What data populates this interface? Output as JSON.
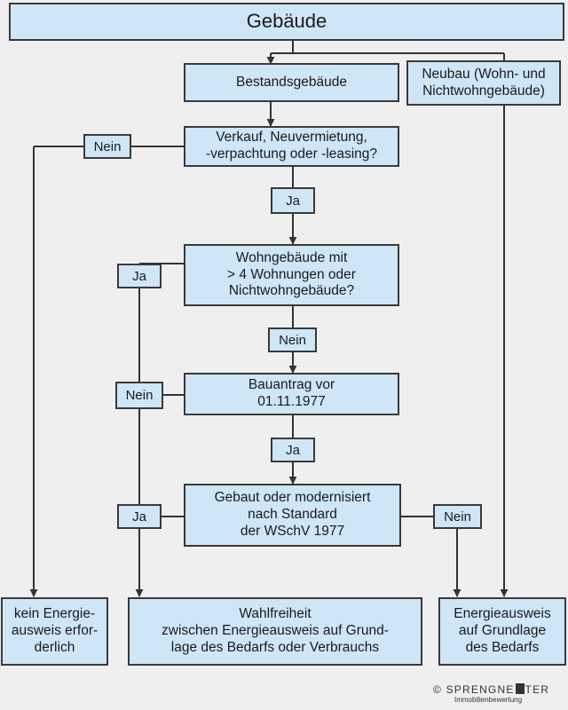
{
  "nodes": {
    "gebaeude": "Gebäude",
    "bestand": "Bestandsgebäude",
    "neubau": "Neubau (Wohn- und\nNichtwohngebäude)",
    "verkauf": "Verkauf, Neuvermietung,\n-verpachtung oder -leasing?",
    "wohngebaeude": "Wohngebäude mit\n> 4 Wohnungen oder\nNichtwohngebäude?",
    "bauantrag": "Bauantrag vor\n01.11.1977",
    "gebaut": "Gebaut oder modernisiert\nnach Standard\nder WSchV 1977",
    "kein_ausweis": "kein Energie-\nausweis erfor-\nderlich",
    "wahlfreiheit": "Wahlfreiheit\nzwischen Energieausweis auf Grund-\nlage des Bedarfs oder Verbrauchs",
    "bedarf": "Energieausweis\nauf Grundlage\ndes Bedarfs"
  },
  "labels": {
    "nein_verkauf": "Nein",
    "ja_verkauf": "Ja",
    "ja_wohn": "Ja",
    "nein_wohn": "Nein",
    "nein_bauantrag": "Nein",
    "ja_bauantrag": "Ja",
    "ja_gebaut": "Ja",
    "nein_gebaut": "Nein"
  },
  "footer": {
    "copyright": "©",
    "brand_left": "SPRENGNE",
    "brand_right": "TER",
    "tagline": "Immobilienbewertung"
  }
}
